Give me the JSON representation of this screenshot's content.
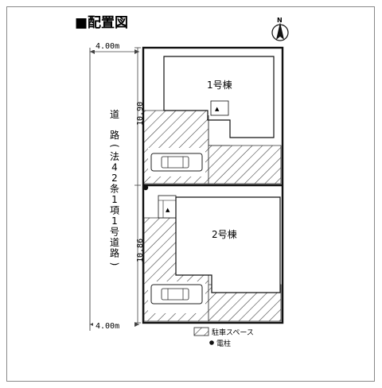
{
  "title": "■配置図",
  "north_label": "N",
  "road_width_top": "4.00m",
  "road_width_bottom": "4.00m",
  "road_label_chars": [
    "道",
    "路",
    "(",
    "法",
    "4",
    "2",
    "条",
    "1",
    "項",
    "1",
    "号",
    "道",
    "路",
    ")"
  ],
  "lot1": {
    "building_label": "1号棟",
    "frontage": "10.90"
  },
  "lot2": {
    "building_label": "2号棟",
    "frontage": "10.86"
  },
  "legend": {
    "parking": "駐車スペース",
    "pole": "電柱"
  },
  "entrance_marker": "▲"
}
